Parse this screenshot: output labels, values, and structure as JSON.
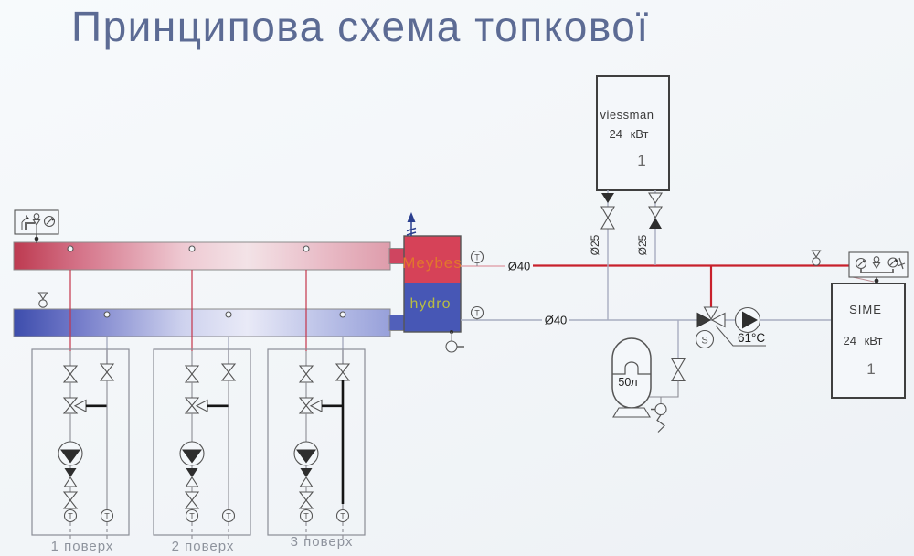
{
  "title": "Принципова схема топкової",
  "boilers": {
    "wall": {
      "brand": "viessman",
      "power": "24 кВт",
      "unit_no": "1"
    },
    "floor": {
      "brand": "SIME",
      "power": "24 кВт",
      "unit_no": "1"
    }
  },
  "separator": {
    "name_line1": "Meybes",
    "name_line2": "hydro"
  },
  "pipes": {
    "supply_dn": "Ø40",
    "return_dn": "Ø40",
    "boiler_return_dn": "Ø25",
    "boiler_supply_dn": "Ø25"
  },
  "expansion_tank": {
    "volume": "50л"
  },
  "mixing": {
    "temperature": "61°C"
  },
  "floors": [
    {
      "label": "1 поверх"
    },
    {
      "label": "2 поверх"
    },
    {
      "label": "3 поверх"
    }
  ],
  "symbols": {
    "thermometer": "T",
    "actuator": "S"
  },
  "colors": {
    "title": "#5c6b94",
    "accent_red": "#c8202c",
    "manifold_red": "#bd3a50",
    "manifold_blue": "#3d4dac",
    "separator_red": "#d64258",
    "separator_blue": "#4757b5",
    "brand_orange": "#e2762c",
    "brand_olive": "#b9bd42"
  }
}
